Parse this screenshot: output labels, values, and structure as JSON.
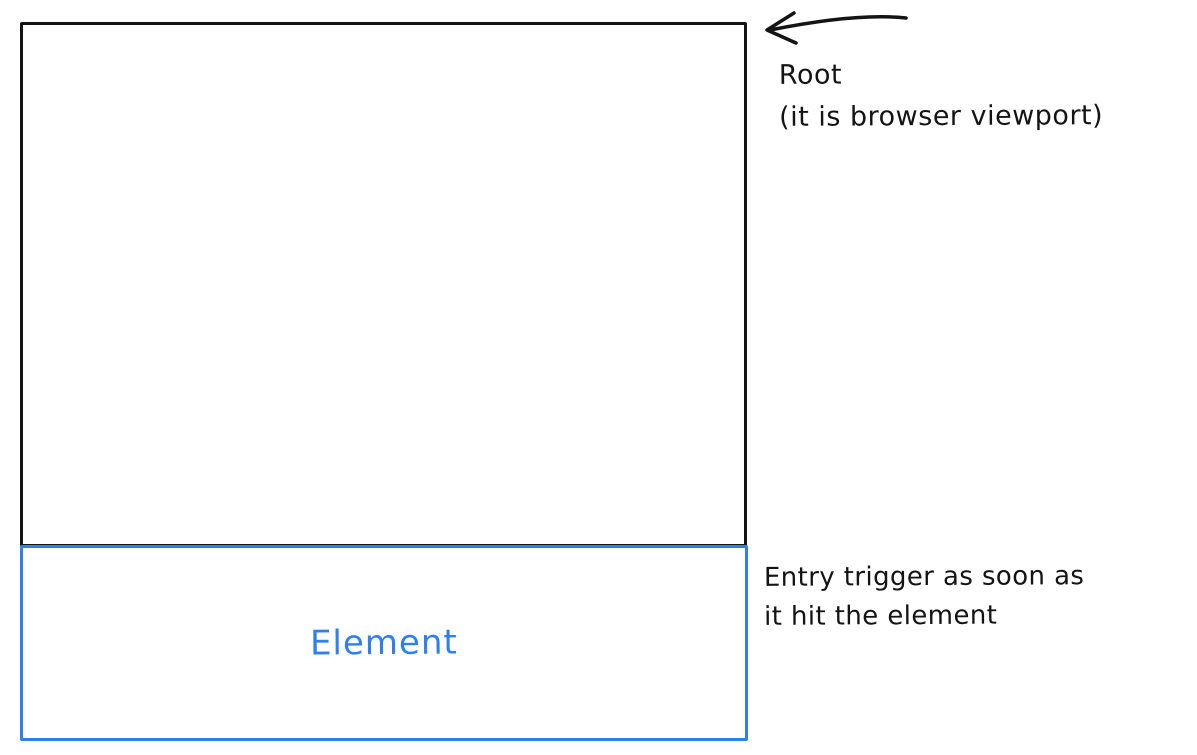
{
  "diagram": {
    "root": {
      "label": "Root",
      "sublabel": "(it is browser viewport)"
    },
    "element": {
      "label": "Element"
    },
    "entry_note": {
      "line1": "Entry trigger as soon as",
      "line2": "it hit the element"
    },
    "colors": {
      "stroke": "#141414",
      "accent": "#2f80ed",
      "background": "#ffffff"
    }
  }
}
